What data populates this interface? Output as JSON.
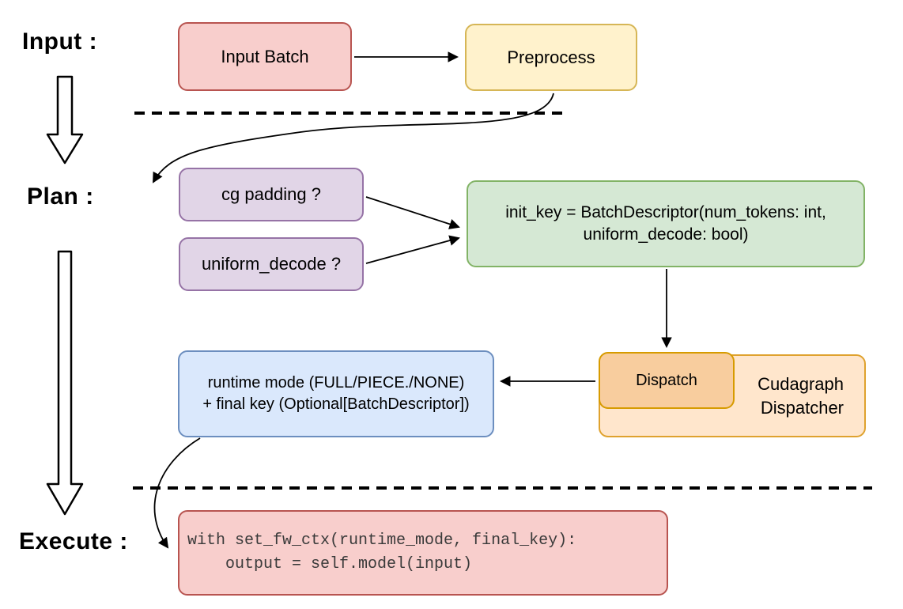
{
  "stage_labels": {
    "input": "Input :",
    "plan": "Plan :",
    "execute": "Execute :"
  },
  "boxes": {
    "input_batch": {
      "label": "Input Batch"
    },
    "preprocess": {
      "label": "Preprocess"
    },
    "cg_padding": {
      "label": "cg padding ?"
    },
    "uniform_decode": {
      "label": "uniform_decode ?"
    },
    "init_key": {
      "line1": "init_key = BatchDescriptor(num_tokens: int,",
      "line2": "uniform_decode: bool)"
    },
    "dispatch": {
      "label": "Dispatch"
    },
    "cudagraph_dispatcher": {
      "line1": "Cudagraph",
      "line2": "Dispatcher"
    },
    "runtime_mode": {
      "line1": "runtime mode (FULL/PIECE./NONE)",
      "line2": "+ final key (Optional[BatchDescriptor])"
    },
    "execute_code": {
      "line1": "with set_fw_ctx(runtime_mode, final_key):",
      "line2": "    output = self.model(input)"
    }
  },
  "colors": {
    "red_fill": "#f8cecc",
    "red_stroke": "#b85450",
    "yellow_fill": "#fff2cc",
    "yellow_stroke": "#d6b656",
    "purple_fill": "#e1d5e7",
    "purple_stroke": "#9673a6",
    "green_fill": "#d5e8d4",
    "green_stroke": "#82b366",
    "blue_fill": "#dae8fc",
    "blue_stroke": "#6c8ebf",
    "orange_outer_fill": "#ffe6cc",
    "orange_outer_stroke": "#dfa22e",
    "orange_inner_fill": "#f8cd9e",
    "orange_inner_stroke": "#d79b00",
    "arrow_color": "#000000"
  }
}
